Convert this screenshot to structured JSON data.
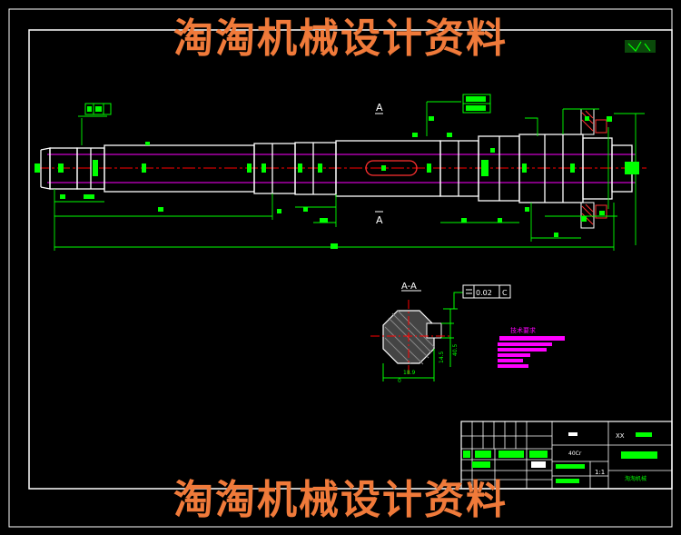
{
  "watermark": {
    "top": "淘淘机械设计资料",
    "bottom": "淘淘机械设计资料"
  },
  "section": {
    "label_top": "A",
    "label_bottom": "A",
    "view_title": "A-A",
    "dims": [
      "14.5",
      "18.9",
      "40.5",
      "0"
    ],
    "tolerance_frame": [
      "0.02",
      "C"
    ]
  },
  "notes": {
    "title": "技术要求"
  },
  "title_block": {
    "drawing_no": "XX",
    "material": "40Cr",
    "scale": "1:1",
    "company": "淘淘机械"
  },
  "colors": {
    "background": "#000000",
    "frame": "#ffffff",
    "dimension": "#00ff00",
    "center_line": "#ff0000",
    "hidden_line": "#ff00ff",
    "watermark": "#f07a3a"
  }
}
